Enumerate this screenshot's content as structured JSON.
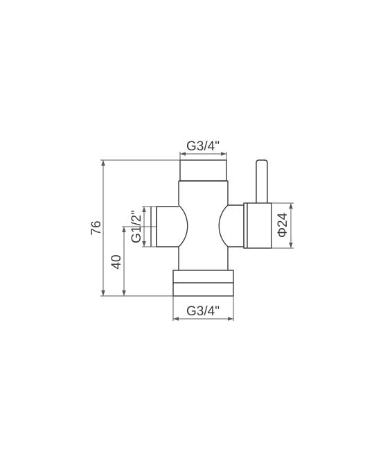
{
  "drawing": {
    "labels": {
      "top_thread": "G3/4\"",
      "bottom_thread": "G3/4\"",
      "side_thread": "G1/2\"",
      "handle_diameter": "Φ24",
      "total_height": "76",
      "outlet_height": "40"
    },
    "colors": {
      "line": "#3a3a3a",
      "dimension": "#5a5a5a",
      "background": "#ffffff"
    }
  }
}
